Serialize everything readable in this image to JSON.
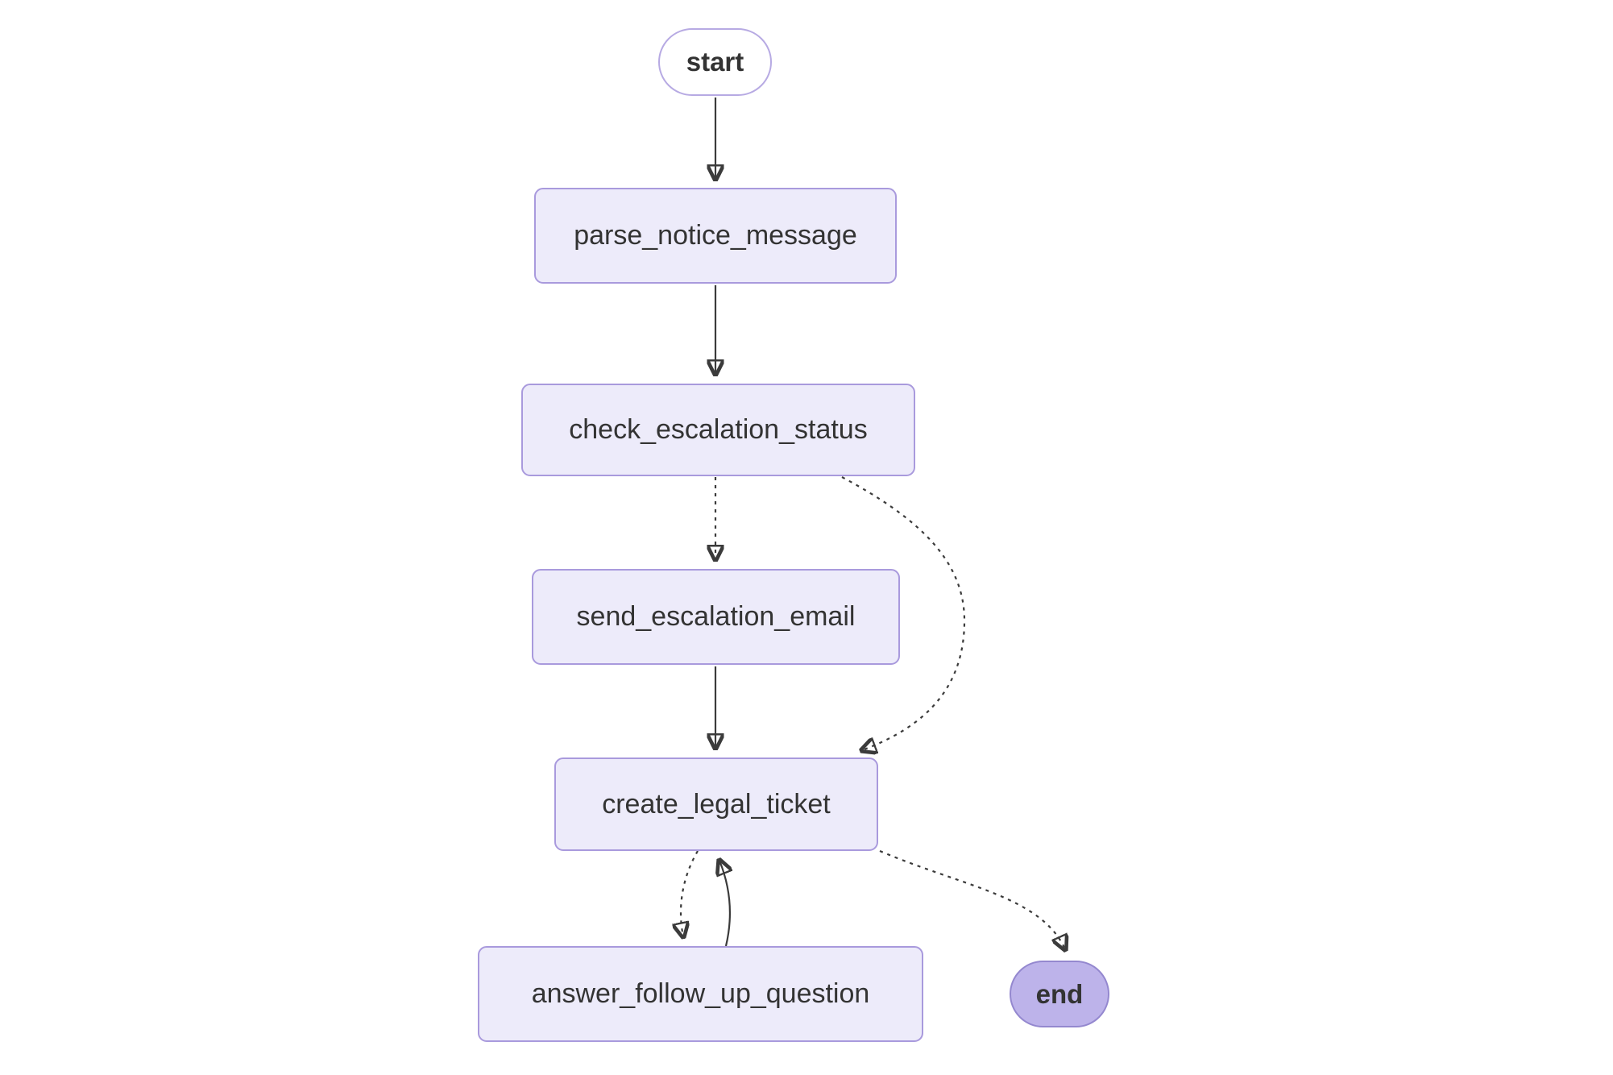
{
  "diagram": {
    "type": "flowchart",
    "direction": "top-down",
    "nodes": {
      "start": {
        "label": "start",
        "shape": "stadium",
        "role": "entry"
      },
      "parse_notice_message": {
        "label": "parse_notice_message",
        "shape": "rounded-rect",
        "role": "step"
      },
      "check_escalation_status": {
        "label": "check_escalation_status",
        "shape": "rounded-rect",
        "role": "step"
      },
      "send_escalation_email": {
        "label": "send_escalation_email",
        "shape": "rounded-rect",
        "role": "step"
      },
      "create_legal_ticket": {
        "label": "create_legal_ticket",
        "shape": "rounded-rect",
        "role": "step"
      },
      "answer_follow_up_question": {
        "label": "answer_follow_up_question",
        "shape": "rounded-rect",
        "role": "step"
      },
      "end": {
        "label": "end",
        "shape": "stadium",
        "role": "exit"
      }
    },
    "edges": [
      {
        "from": "start",
        "to": "parse_notice_message",
        "style": "solid"
      },
      {
        "from": "parse_notice_message",
        "to": "check_escalation_status",
        "style": "solid"
      },
      {
        "from": "check_escalation_status",
        "to": "send_escalation_email",
        "style": "dotted"
      },
      {
        "from": "check_escalation_status",
        "to": "create_legal_ticket",
        "style": "dotted"
      },
      {
        "from": "send_escalation_email",
        "to": "create_legal_ticket",
        "style": "solid"
      },
      {
        "from": "create_legal_ticket",
        "to": "answer_follow_up_question",
        "style": "dotted"
      },
      {
        "from": "answer_follow_up_question",
        "to": "create_legal_ticket",
        "style": "solid"
      },
      {
        "from": "create_legal_ticket",
        "to": "end",
        "style": "dotted"
      }
    ],
    "colors": {
      "background": "#ffffff",
      "node_fill": "#edebfa",
      "node_border": "#a99add",
      "start_fill": "#ffffff",
      "start_border": "#b7aae3",
      "end_fill": "#bdb3ea",
      "end_border": "#9488cf",
      "text": "#333333",
      "edge": "#3b3b3b"
    }
  }
}
